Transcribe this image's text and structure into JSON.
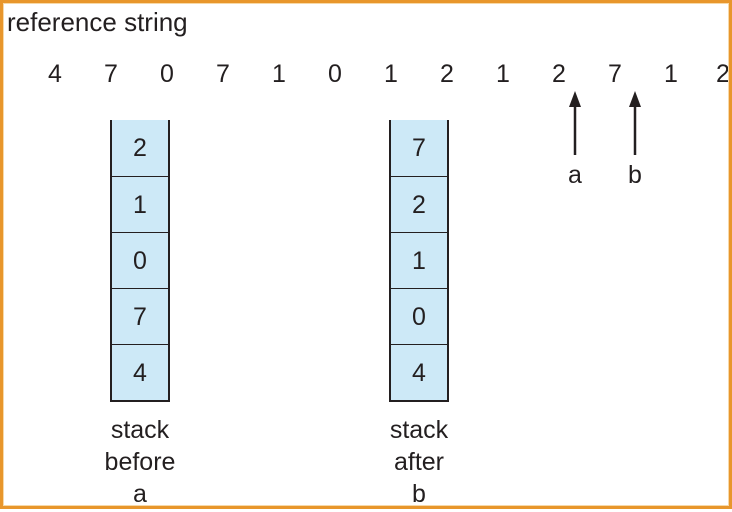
{
  "title": "reference string",
  "reference_string": [
    "4",
    "7",
    "0",
    "7",
    "1",
    "0",
    "1",
    "2",
    "1",
    "2",
    "7",
    "1",
    "2"
  ],
  "stacks": [
    {
      "values": [
        "2",
        "1",
        "0",
        "7",
        "4"
      ],
      "caption": [
        "stack",
        "before",
        "a"
      ]
    },
    {
      "values": [
        "7",
        "2",
        "1",
        "0",
        "4"
      ],
      "caption": [
        "stack",
        "after",
        "b"
      ]
    }
  ],
  "markers": [
    {
      "label": "a",
      "points_to_index": 9
    },
    {
      "label": "b",
      "points_to_index": 10
    }
  ],
  "colors": {
    "frame": "#e8962c",
    "cell_fill": "#cde9f7",
    "ink": "#231f20"
  }
}
